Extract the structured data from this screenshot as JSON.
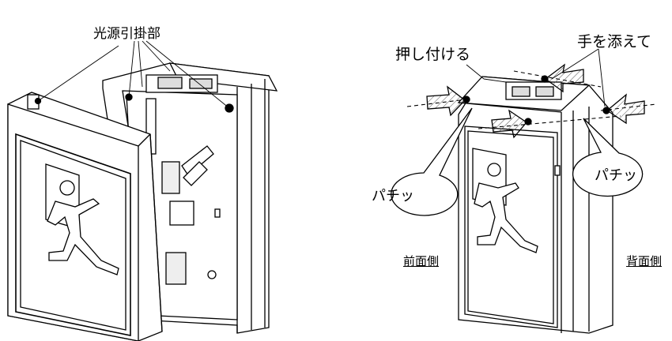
{
  "labels": {
    "light_source_hook": "光源引掛部",
    "push": "押し付ける",
    "hold_with_hand": "手を添えて",
    "front_side": "前面側",
    "back_side": "背面側"
  },
  "bubbles": {
    "click_left": "パチッ",
    "click_right": "パチッ"
  }
}
